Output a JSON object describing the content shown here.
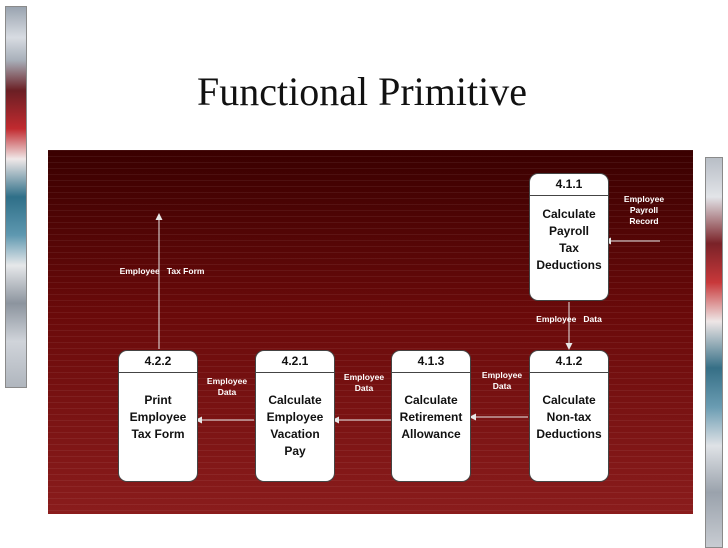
{
  "slide": {
    "title": "Functional Primitive"
  },
  "processes": [
    {
      "id": "4.1.1",
      "name_lines": [
        "Calculate",
        "Payroll",
        "Tax",
        "Deductions"
      ]
    },
    {
      "id": "4.1.2",
      "name_lines": [
        "Calculate",
        "Non-tax",
        "Deductions"
      ]
    },
    {
      "id": "4.1.3",
      "name_lines": [
        "Calculate",
        "Retirement",
        "Allowance"
      ]
    },
    {
      "id": "4.2.1",
      "name_lines": [
        "Calculate",
        "Employee",
        "Vacation",
        "Pay"
      ]
    },
    {
      "id": "4.2.2",
      "name_lines": [
        "Print",
        "Employee",
        "Tax Form"
      ]
    }
  ],
  "flows": {
    "employee_payroll_record": [
      "Employee",
      "Payroll",
      "Record"
    ],
    "employee_data_vertical": "Employee   Data",
    "employee_data_412_413": [
      "Employee",
      "Data"
    ],
    "employee_data_413_421": [
      "Employee",
      "Data"
    ],
    "employee_data_421_422": [
      "Employee",
      "Data"
    ],
    "employee_tax_form": "Employee   Tax Form"
  },
  "colors": {
    "panel": "#5a0808",
    "box": "#ffffff",
    "text_on_panel": "#ffffff"
  }
}
